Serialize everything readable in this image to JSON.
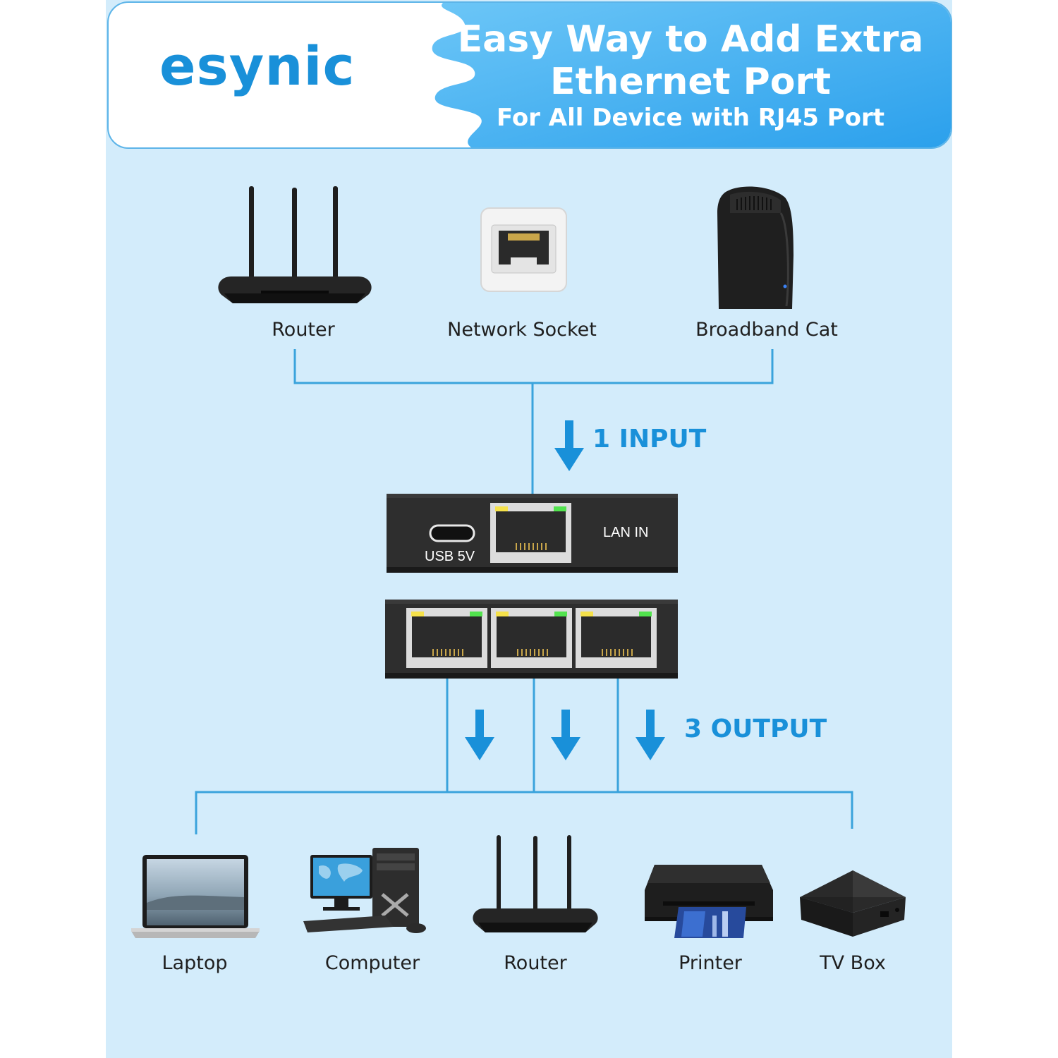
{
  "brand": {
    "logo_text": "esynic"
  },
  "header": {
    "title_line1": "Easy Way to Add Extra",
    "title_line2": "Ethernet Port",
    "subtitle": "For All Device with RJ45 Port"
  },
  "inputs": {
    "devices": [
      {
        "label": "Router",
        "icon": "router-icon"
      },
      {
        "label": "Network Socket",
        "icon": "network-socket-icon"
      },
      {
        "label": "Broadband Cat",
        "icon": "broadband-modem-icon"
      }
    ],
    "flow_label": "1 INPUT"
  },
  "hub": {
    "usb_label": "USB 5V",
    "lan_label": "LAN IN",
    "output_ports": 3
  },
  "outputs": {
    "flow_label": "3 OUTPUT",
    "devices": [
      {
        "label": "Laptop",
        "icon": "laptop-icon"
      },
      {
        "label": "Computer",
        "icon": "desktop-computer-icon"
      },
      {
        "label": "Router",
        "icon": "router-icon"
      },
      {
        "label": "Printer",
        "icon": "printer-icon"
      },
      {
        "label": "TV Box",
        "icon": "tv-box-icon"
      }
    ]
  },
  "colors": {
    "accent": "#1990d9",
    "line": "#3aa3dc",
    "background": "#d3ecfb",
    "device": "#2b2b2b"
  }
}
